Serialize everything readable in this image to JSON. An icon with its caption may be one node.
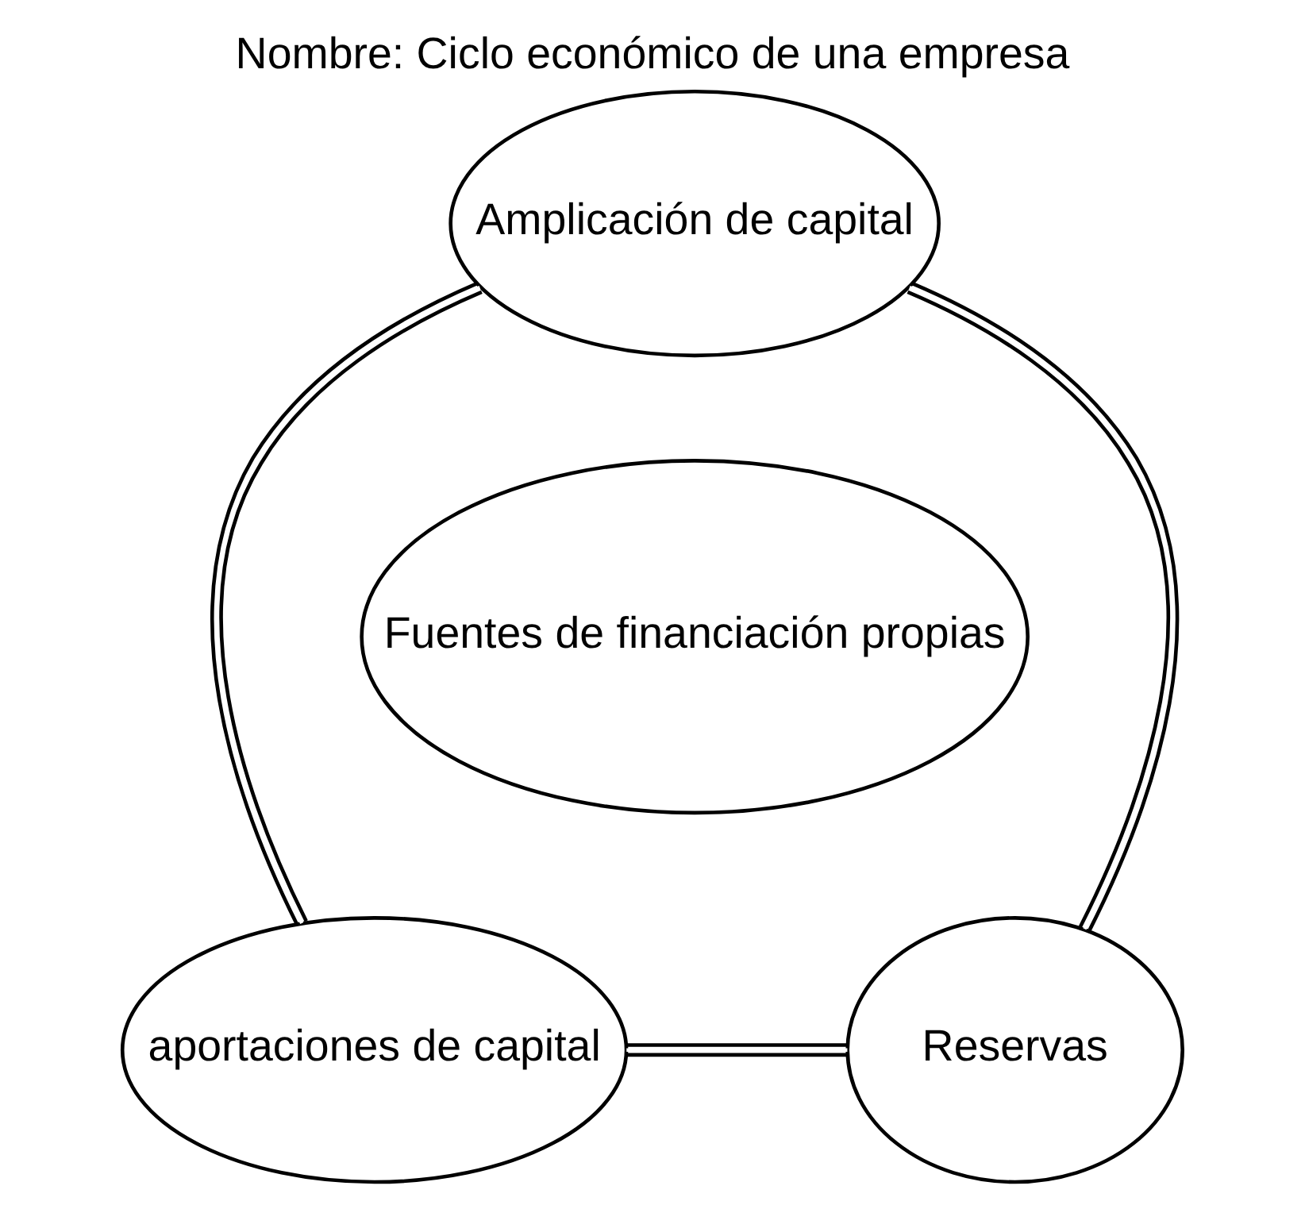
{
  "diagram": {
    "title": "Nombre: Ciclo económico de una empresa",
    "nodes": [
      {
        "text": [
          "Amplicación de capital"
        ]
      },
      {
        "text": [
          "Fuentes de financiación propias"
        ]
      },
      {
        "text": [
          "aportaciones de capital"
        ]
      },
      {
        "text": [
          "Reservas"
        ]
      }
    ],
    "edges": [
      {
        "from": 0,
        "to": 3,
        "arrow": "none"
      },
      {
        "from": 3,
        "to": 2,
        "arrow": "none"
      },
      {
        "from": 2,
        "to": 0,
        "arrow": "none"
      }
    ]
  }
}
